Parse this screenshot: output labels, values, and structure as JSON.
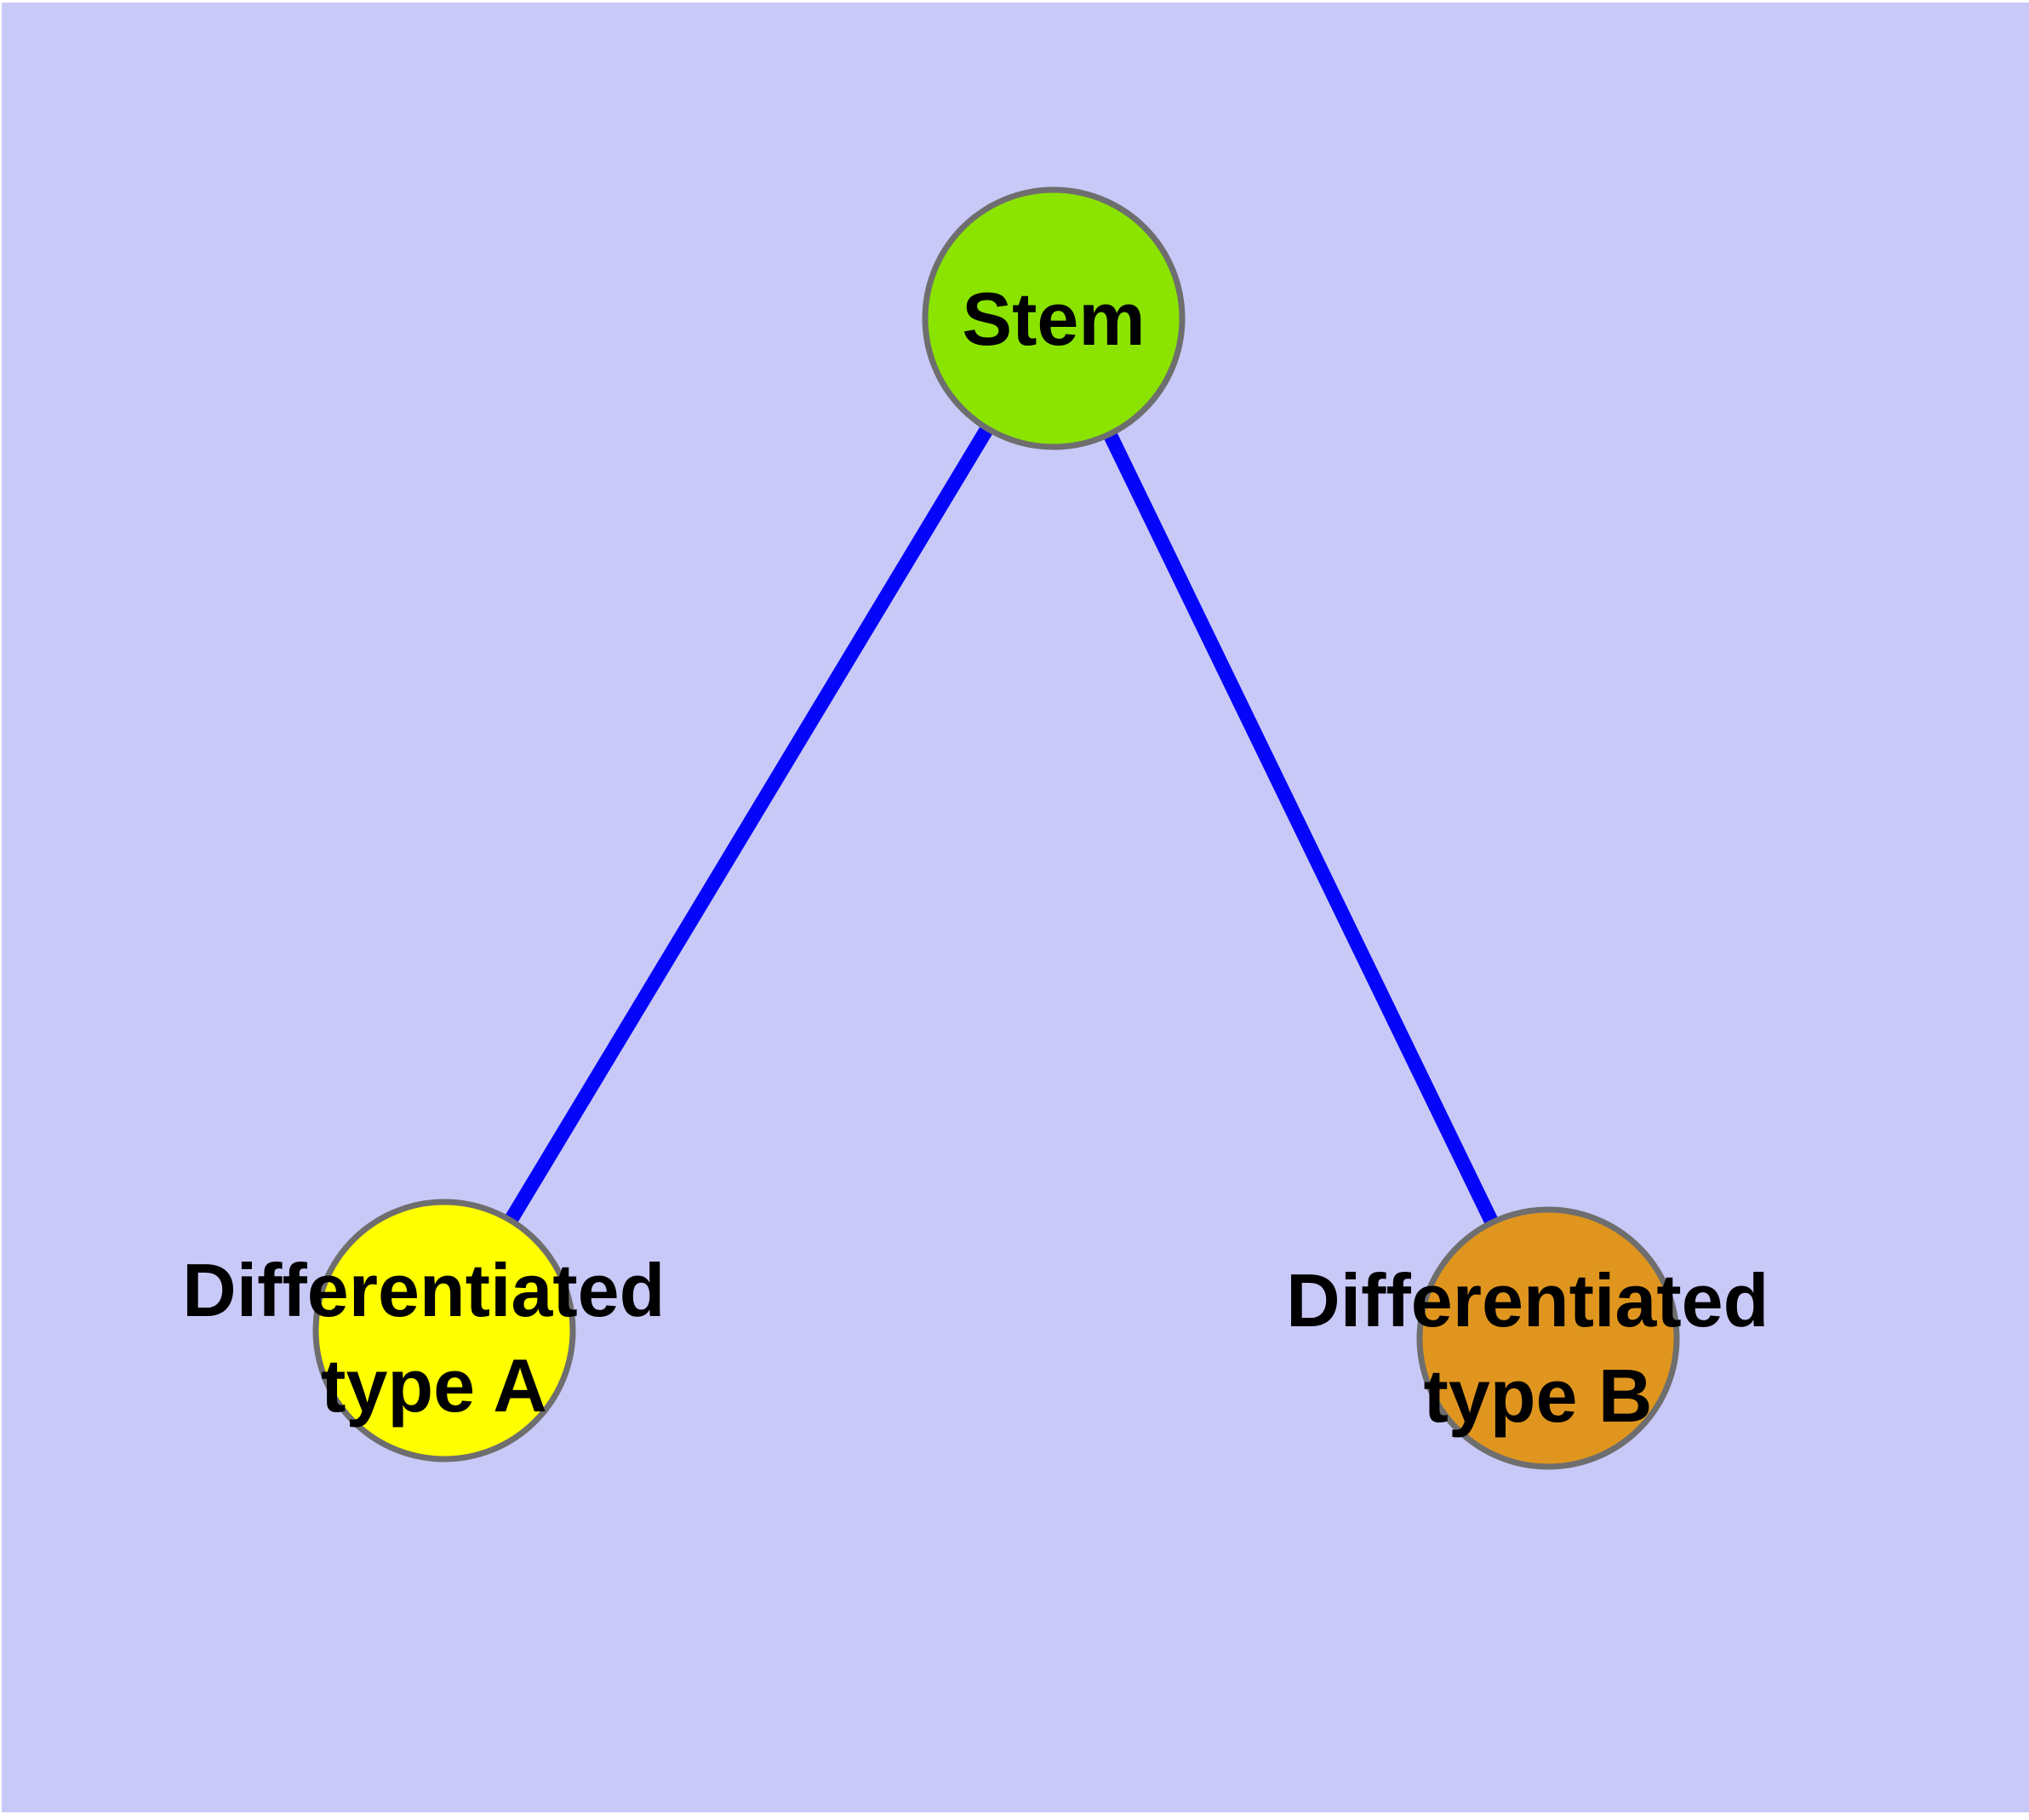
{
  "figure": {
    "type": "graph-diagram",
    "background_color": "#c9c9f8",
    "margin_color": "#ffffff",
    "edge_color": "#0505fa",
    "node_border_color": "#6e6e6e",
    "label_color": "#000000",
    "nodes": [
      {
        "id": "stem",
        "label": "Stem",
        "fill": "#8ae400"
      },
      {
        "id": "differentiated-type-a",
        "label_line1": "Differentiated",
        "label_line2": "type A",
        "fill": "#ffff00"
      },
      {
        "id": "differentiated-type-b",
        "label_line1": "Differentiated",
        "label_line2": "type B",
        "fill": "#e0961e"
      }
    ],
    "edges": [
      {
        "from": "Stem",
        "to": "Differentiated type A"
      },
      {
        "from": "Stem",
        "to": "Differentiated type B"
      }
    ]
  }
}
